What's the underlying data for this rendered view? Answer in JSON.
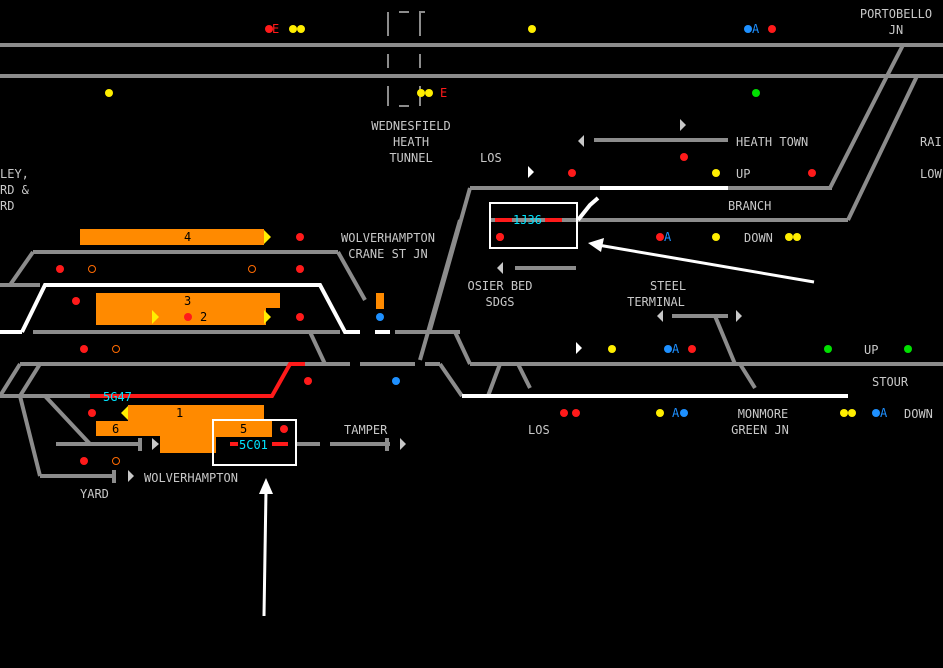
{
  "labels": {
    "portobello": "PORTOBELLO",
    "portobello_jn": "JN",
    "wednesfield": "WEDNESFIELD",
    "heath": "HEATH",
    "tunnel": "TUNNEL",
    "los_top": "LOS",
    "heath_town": "HEATH TOWN",
    "rai": "RAI",
    "low": "LOW",
    "up_top": "UP",
    "branch": "BRANCH",
    "down_top": "DOWN",
    "ley": "LEY,",
    "rd_and": "RD &",
    "rd": "RD",
    "wolverhampton_crane": "WOLVERHAMPTON",
    "crane_st_jn": "CRANE ST JN",
    "osier_bed": "OSIER BED",
    "sdgs": "SDGS",
    "steel": "STEEL",
    "terminal": "TERMINAL",
    "up_mid": "UP",
    "stour": "STOUR",
    "tamper": "TAMPER",
    "los_bottom": "LOS",
    "monmore": "MONMORE",
    "green_jn": "GREEN JN",
    "down_bottom": "DOWN",
    "wolverhampton": "WOLVERHAMPTON",
    "yard": "YARD"
  },
  "platforms": {
    "p1": "1",
    "p2": "2",
    "p3": "3",
    "p4": "4",
    "p5": "5",
    "p6": "6"
  },
  "berths": {
    "b1": "1J36",
    "b2": "5G47",
    "b3": "5C01"
  },
  "signal_codes": {
    "e1": "E",
    "e2": "E",
    "a1": "A",
    "a2": "A",
    "a3": "A",
    "a4": "A",
    "a5": "A"
  },
  "colors": {
    "track": "#8c8c8c",
    "route_set": "#ffffff",
    "occupied": "#ff1a1a",
    "platform": "#ff8a00",
    "berth_text": "#00e5ff",
    "signal_red": "#ff1a1a",
    "signal_yellow": "#ffee00",
    "signal_green": "#00e000",
    "signal_blue": "#1e90ff"
  },
  "annotations": {
    "highlight_boxes": [
      "berth 1J36",
      "berth 5C01"
    ],
    "arrows": 2
  }
}
